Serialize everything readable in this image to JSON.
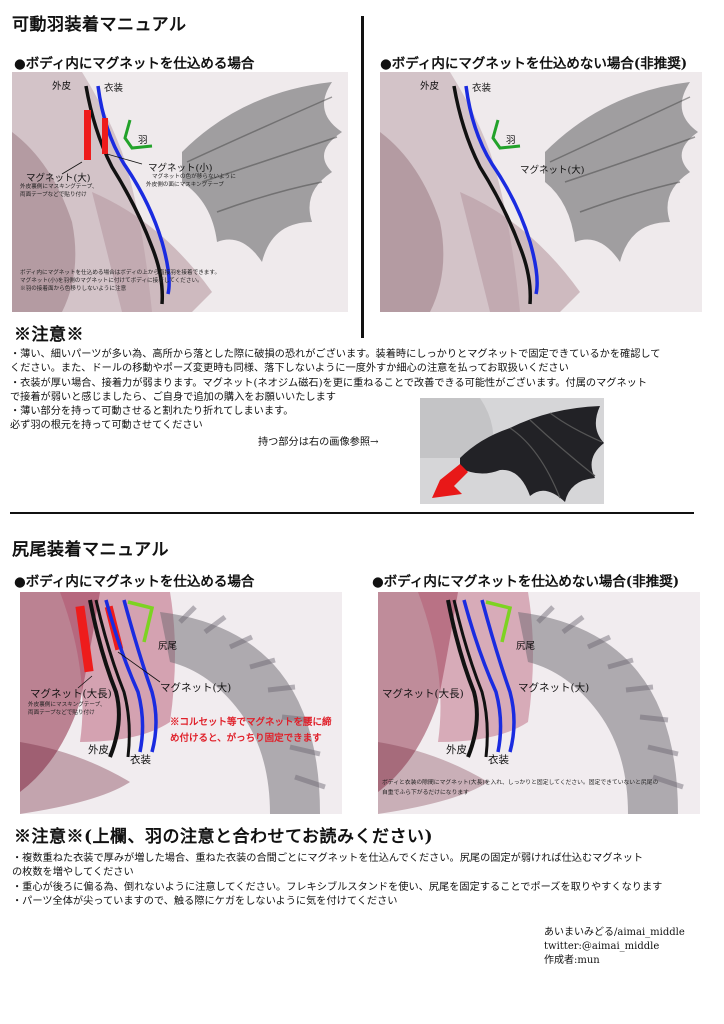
{
  "wing": {
    "title": "可動羽装着マニュアル",
    "with_magnet": {
      "heading": "●ボディ内にマグネットを仕込める場合",
      "label_outer_skin": "外皮",
      "label_costume": "衣装",
      "label_wing": "羽",
      "label_magnet_small": "マグネット(小)",
      "label_magnet_small_note_1": "マグネットの色が移らないように",
      "label_magnet_small_note_2": "外皮側の面にマスキングテープ",
      "label_magnet_large": "マグネット(大)",
      "label_magnet_large_note_1": "外皮裏側にマスキングテープ、",
      "label_magnet_large_note_2": "両面テープなどで貼り付け",
      "bottom_note_1": "ボディ内にマグネットを仕込める場合はボディの上から直接羽を接着できます。",
      "bottom_note_2": "マグネット(小)を羽側のマグネットに付けてボディに接着してください。",
      "bottom_note_3": "※羽の接着面から色移りしないように注意"
    },
    "without_magnet": {
      "heading": "●ボディ内にマグネットを仕込めない場合(非推奨)",
      "label_outer_skin": "外皮",
      "label_costume": "衣装",
      "label_wing": "羽",
      "label_magnet_large": "マグネット(大)"
    },
    "caution": {
      "title": "※注意※",
      "lines": [
        "・薄い、細いパーツが多い為、高所から落とした際に破損の恐れがございます。装着時にしっかりとマグネットで固定できているかを確認して",
        "ください。また、ドールの移動やポーズ変更時も同様、落下しないように一度外すか細心の注意を払ってお取扱いください",
        "・衣装が厚い場合、接着力が弱まります。マグネット(ネオジム磁石)を更に重ねることで改善できる可能性がございます。付属のマグネット",
        "で接着が弱いと感じましたら、ご自身で追加の購入をお願いいたします",
        "・薄い部分を持って可動させると割れたり折れてしまいます。",
        "必ず羽の根元を持って可動させてください"
      ],
      "photo_ref": "持つ部分は右の画像参照→"
    }
  },
  "tail": {
    "title": "尻尾装着マニュアル",
    "with_magnet": {
      "heading": "●ボディ内にマグネットを仕込める場合",
      "label_tail": "尻尾",
      "label_magnet_large": "マグネット(大)",
      "label_magnet_large_long": "マグネット(大長)",
      "label_magnet_note_1": "外皮裏側にマスキングテープ、",
      "label_magnet_note_2": "両面テープなどで貼り付け",
      "label_outer_skin": "外皮",
      "label_costume": "衣装",
      "red_note_1": "※コルセット等でマグネットを腰に締",
      "red_note_2": "め付けると、がっちり固定できます"
    },
    "without_magnet": {
      "heading": "●ボディ内にマグネットを仕込めない場合(非推奨)",
      "label_tail": "尻尾",
      "label_magnet_large": "マグネット(大)",
      "label_magnet_large_long": "マグネット(大長)",
      "label_outer_skin": "外皮",
      "label_costume": "衣装",
      "bottom_note_1": "ボディと衣装の隙間にマグネット(大長)を入れ、しっかりと固定してください。固定できていないと尻尾の",
      "bottom_note_2": "自重でふら下がるだけになります"
    },
    "caution": {
      "title": "※注意※(上欄、羽の注意と合わせてお読みください)",
      "lines": [
        "・複数重ねた衣装で厚みが増した場合、重ねた衣装の合間ごとにマグネットを仕込んでください。尻尾の固定が弱ければ仕込むマグネット",
        "の枚数を増やしてください",
        "・重心が後ろに偏る為、倒れないように注意してください。フレキシブルスタンドを使い、尻尾を固定することでポーズを取りやすくなります",
        "・パーツ全体が尖っていますので、触る際にケガをしないように気を付けてください"
      ]
    }
  },
  "credits": {
    "line_1": "あいまいみどる/aimai_middle",
    "line_2": "twitter:@aimai_middle",
    "line_3": "作成者:mun"
  },
  "colors": {
    "outer_skin_line": "#111111",
    "costume_line": "#1a2be0",
    "magnet": "#ee1c1c",
    "wing_bracket": "#22a22a",
    "tail_bracket": "#7dd321",
    "red_note": "#e0202a"
  }
}
